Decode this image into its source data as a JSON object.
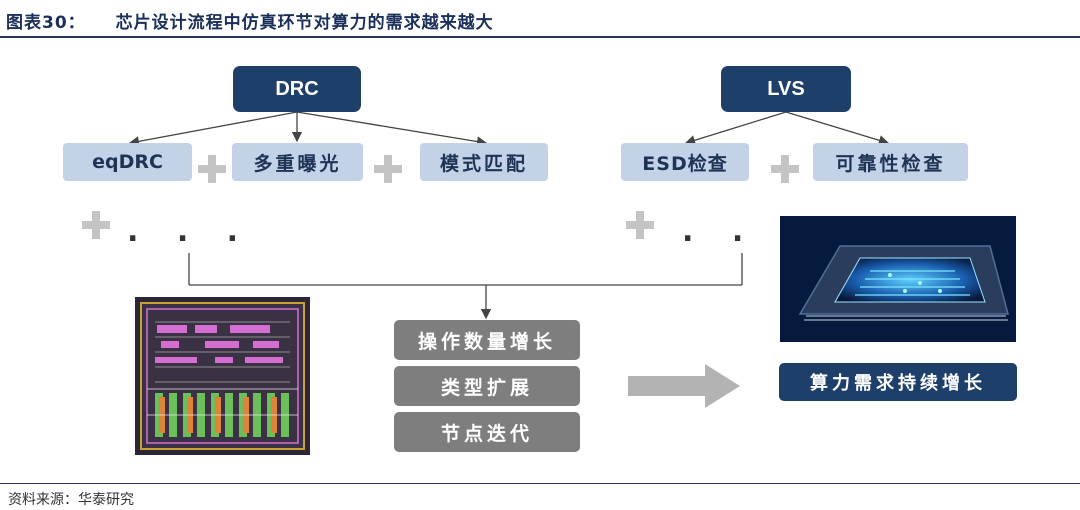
{
  "header": {
    "figure_number": "图表30：",
    "title": "芯片设计流程中仿真环节对算力的需求越来越大"
  },
  "drc": {
    "label": "DRC",
    "children": [
      "eqDRC",
      "多重曝光",
      "模式匹配"
    ]
  },
  "lvs": {
    "label": "LVS",
    "children": [
      "ESD检查",
      "可靠性检查"
    ]
  },
  "ellipsis": ". . .",
  "growth": [
    "操作数量增长",
    "类型扩展",
    "节点迭代"
  ],
  "result": "算力需求持续增长",
  "footer": {
    "source": "资料来源：华泰研究"
  },
  "icons": {
    "plus": "plus-icon",
    "arrow": "right-arrow-icon",
    "chip_layout": "chip-layout-image",
    "processor": "processor-chip-image"
  },
  "colors": {
    "dark_navy": "#1f3f6b",
    "light_blue": "#c3d2e7",
    "gray": "#7e7e7e",
    "plus_gray": "#c4c4c4",
    "arrow_gray": "#b3b3b3"
  }
}
